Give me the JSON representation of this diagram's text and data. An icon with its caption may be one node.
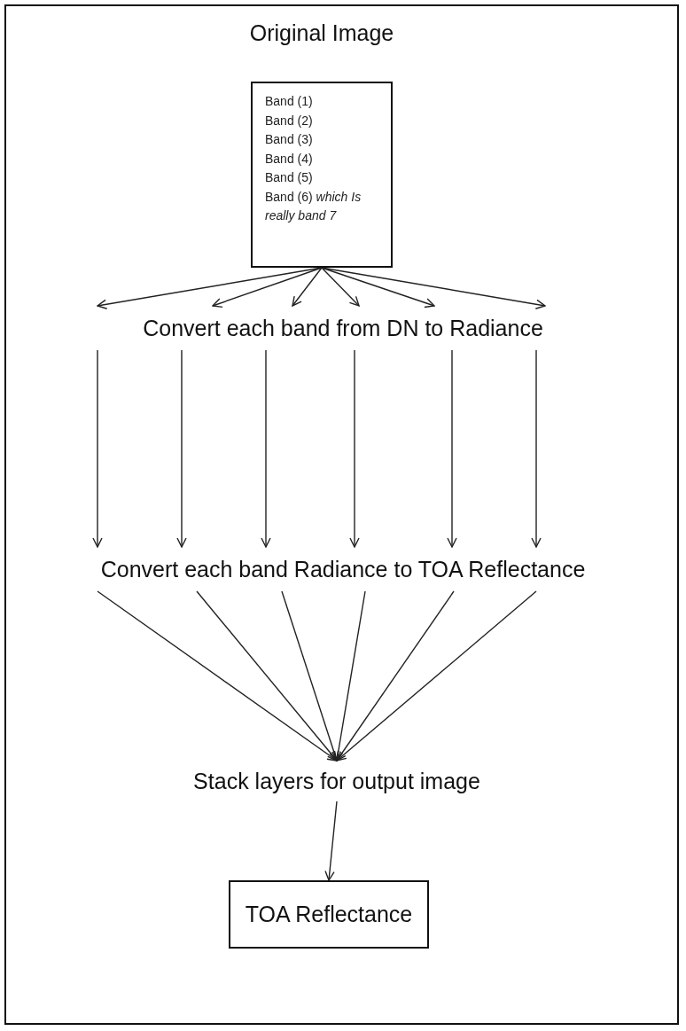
{
  "diagram": {
    "nodes": [
      {
        "text": [
          "Original Image",
          "Band (1)",
          "Band (2)",
          "Band (3)",
          "Band (4)",
          "Band (5)",
          "Band (6) *which Is really band 7*"
        ]
      },
      {
        "text": [
          "Convert each band from DN to Radiance"
        ]
      },
      {
        "text": [
          "Convert each band Radiance to TOA Reflectance"
        ]
      },
      {
        "text": [
          "Stack layers for output image"
        ]
      },
      {
        "text": [
          "TOA Reflectance"
        ]
      }
    ],
    "edges": [
      {
        "from": 0,
        "to": 1,
        "arrow": "to"
      },
      {
        "from": 0,
        "to": 1,
        "arrow": "to"
      },
      {
        "from": 0,
        "to": 1,
        "arrow": "to"
      },
      {
        "from": 0,
        "to": 1,
        "arrow": "to"
      },
      {
        "from": 0,
        "to": 1,
        "arrow": "to"
      },
      {
        "from": 0,
        "to": 1,
        "arrow": "to"
      },
      {
        "from": 1,
        "to": 2,
        "arrow": "to"
      },
      {
        "from": 1,
        "to": 2,
        "arrow": "to"
      },
      {
        "from": 1,
        "to": 2,
        "arrow": "to"
      },
      {
        "from": 1,
        "to": 2,
        "arrow": "to"
      },
      {
        "from": 1,
        "to": 2,
        "arrow": "to"
      },
      {
        "from": 1,
        "to": 2,
        "arrow": "to"
      },
      {
        "from": 2,
        "to": 3,
        "arrow": "to"
      },
      {
        "from": 2,
        "to": 3,
        "arrow": "to"
      },
      {
        "from": 2,
        "to": 3,
        "arrow": "to"
      },
      {
        "from": 2,
        "to": 3,
        "arrow": "to"
      },
      {
        "from": 2,
        "to": 3,
        "arrow": "to"
      },
      {
        "from": 2,
        "to": 3,
        "arrow": "to"
      },
      {
        "from": 3,
        "to": 4,
        "arrow": "to"
      }
    ]
  }
}
